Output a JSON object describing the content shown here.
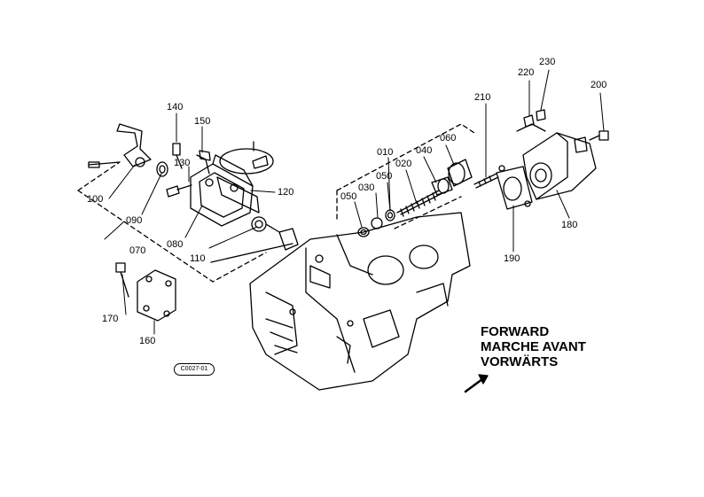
{
  "callouts": {
    "p010": "010",
    "p020": "020",
    "p030": "030",
    "p040": "040",
    "p050a": "050",
    "p050b": "050",
    "p060": "060",
    "p070": "070",
    "p080": "080",
    "p090": "090",
    "p100": "100",
    "p110": "110",
    "p120": "120",
    "p130": "130",
    "p140": "140",
    "p150": "150",
    "p160": "160",
    "p170": "170",
    "p180": "180",
    "p190": "190",
    "p200": "200",
    "p210": "210",
    "p220": "220",
    "p230": "230"
  },
  "direction": {
    "en": "FORWARD",
    "fr": "MARCHE AVANT",
    "de": "VORWÄRTS"
  },
  "figure_code": "C0027-01"
}
